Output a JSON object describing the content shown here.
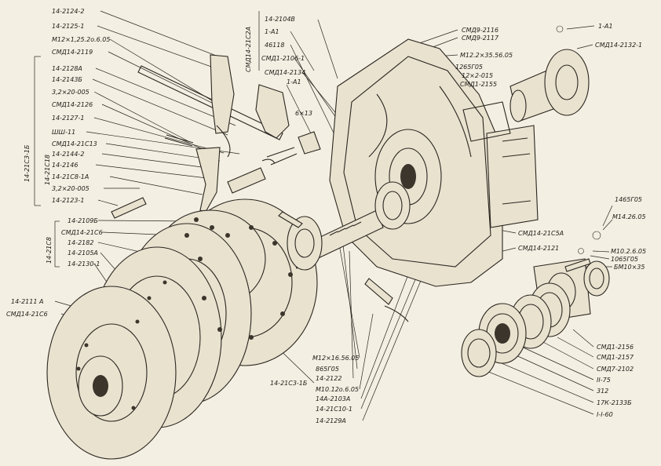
{
  "labels_left": [
    "14-2124-2",
    "14-2125-1",
    "М12×1,25.2о.6.05",
    "СМД14-2119",
    "14-2128А",
    "14-2143Б",
    "3,2×20-005",
    "СМД14-2126",
    "14-2127-1",
    "ШШ-11",
    "СМД14-21С13",
    "14-2144-2",
    "14-2146",
    "14-21С8-1А",
    "3,2×20-005",
    "14-2123-1",
    "14-2109Б",
    "СМД14-21С6",
    "14-2182",
    "14-2105А",
    "14-2130-1",
    "14-2111 А",
    "СМД14-21С6"
  ],
  "group_labels": [
    "14-21С3-1Б",
    "14-21С18",
    "14-21С8"
  ],
  "labels_top": [
    "14-2104В",
    "1-А1",
    "46118",
    "СМД1-2106-1",
    "СМД14-2134",
    "1-А1",
    "6×13"
  ],
  "label_top_vertical": "СМД14-21С2А",
  "labels_right_top": [
    "СМД9-2116",
    "СМД9-2117",
    "М12.2×35.56.05",
    "1265Г05",
    "12×2-015",
    "СМД1-2155",
    "1-А1",
    "СМД14-2132-1"
  ],
  "labels_right_mid": [
    "СМД14-21С5А",
    "СМД14-2121",
    "1465Г05",
    "М14.26.05",
    "М10.2.6.05",
    "1065Г05",
    "БМ10×35"
  ],
  "labels_right_bottom": [
    "СМД1-2156",
    "СМД1-2157",
    "СМД7-2102",
    "II-75",
    "312",
    "17К-2133Б",
    "I-I-60"
  ],
  "labels_bottom_center": [
    "М12×16.56.05",
    "865Г05",
    "14-2122",
    "14-21С3-1Б",
    "М10.12о.6.05",
    "14А-2103А",
    "14-21С10-1",
    "14-2129А"
  ]
}
